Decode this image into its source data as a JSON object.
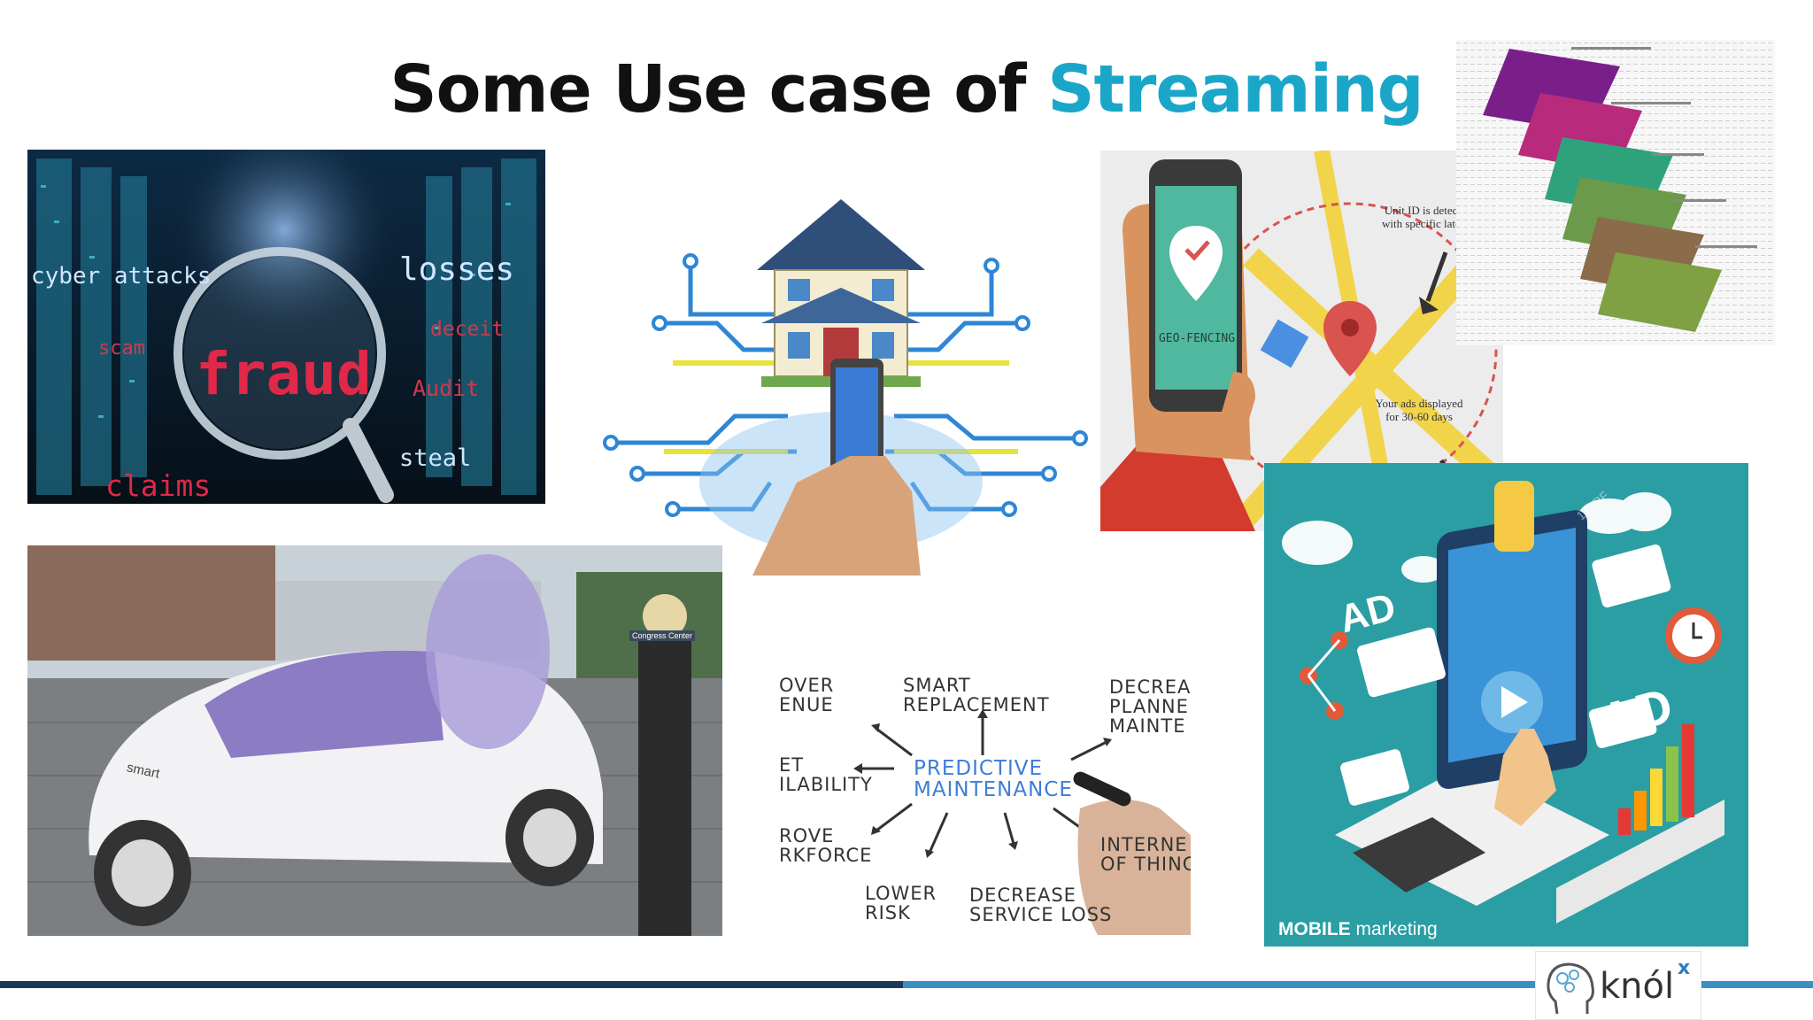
{
  "title": {
    "main": "Some Use case of ",
    "accent": "Streaming"
  },
  "fraud": {
    "cyber": "cyber attacks",
    "losses": "losses",
    "scam": "scam",
    "fraud": "fraud",
    "deceit": "deceit",
    "audit": "Audit",
    "steal": "steal",
    "claims": "claims"
  },
  "geofence": {
    "app_label": "GEO-FENCING",
    "note1_line1": "Unit ID is detected",
    "note1_line2": "with specific lat-lon",
    "note2_line1": "Your ads displayed",
    "note2_line2": "for 30-60 days"
  },
  "car": {
    "badge": "smart",
    "sign": "Congress Center"
  },
  "predictive": {
    "center_line1": "PREDICTIVE",
    "center_line2": "MAINTENANCE",
    "smart": "SMART\nREPLACEMENT",
    "lower_revenue": "OVER\nENUE",
    "decrease_planned": "DECREA\nPLANNE\nMAINTE",
    "asset": "ET\nILABILITY",
    "improve": "ROVE\nRKFORCE",
    "lower_risk": "LOWER\nRISK",
    "decrease_service": "DECREASE\nSERVICE LOSS",
    "iot": "INTERNE\nOF THING"
  },
  "mobile": {
    "ad1": "AD",
    "ad2": "AD",
    "caption_bold": "MOBILE",
    "caption_rest": " marketing",
    "watermark": "123RF"
  },
  "logo": {
    "text": "knól",
    "sup": "x"
  },
  "colors": {
    "accent": "#1aa6c9",
    "bar_dark": "#1b3a57",
    "bar_light": "#3b8fc4",
    "teal": "#2a9ea3"
  }
}
